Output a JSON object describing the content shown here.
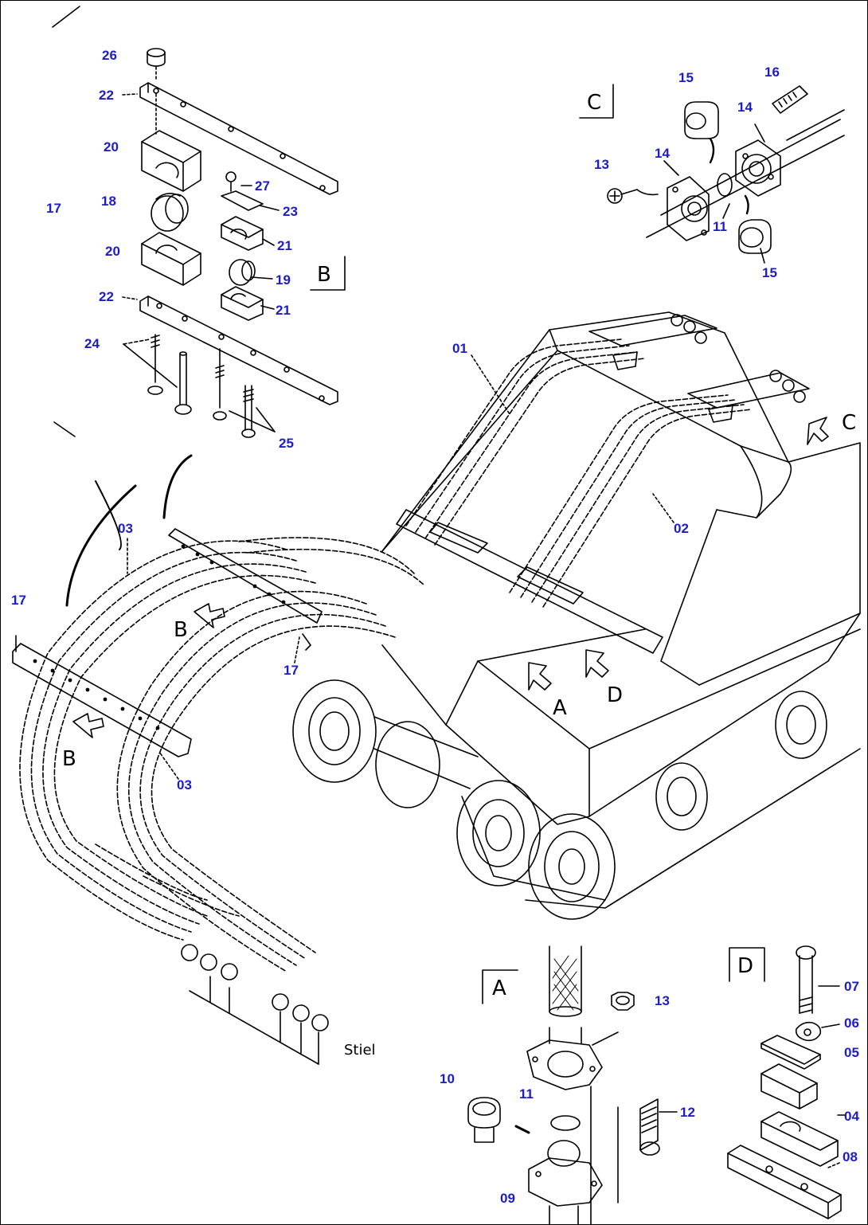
{
  "callouts": {
    "c26": "26",
    "c22a": "22",
    "c20a": "20",
    "c17a": "17",
    "c18": "18",
    "c27": "27",
    "c23": "23",
    "c20b": "20",
    "c21a": "21",
    "c19": "19",
    "c22b": "22",
    "c21b": "21",
    "c24": "24",
    "c25": "25",
    "c15a": "15",
    "c16": "16",
    "c14a": "14",
    "c13a": "13",
    "c14b": "14",
    "c11a": "11",
    "c15b": "15",
    "c01": "01",
    "c02": "02",
    "c03a": "03",
    "c17b": "17",
    "c17c": "17",
    "c03b": "03",
    "c13b": "13",
    "c10": "10",
    "c11b": "11",
    "c12": "12",
    "c09": "09",
    "c07": "07",
    "c06": "06",
    "c05": "05",
    "c04": "04",
    "c08": "08"
  },
  "view_labels": {
    "box_b": "B",
    "box_c": "C",
    "box_a": "A",
    "box_d": "D",
    "arrow_c": "C",
    "arrow_a": "A",
    "arrow_d": "D",
    "arrow_b1": "B",
    "arrow_b2": "B"
  },
  "texts": {
    "stiel": "Stiel"
  },
  "colors": {
    "callout": "#1c1cc8",
    "line": "#000000",
    "background": "#ffffff"
  }
}
